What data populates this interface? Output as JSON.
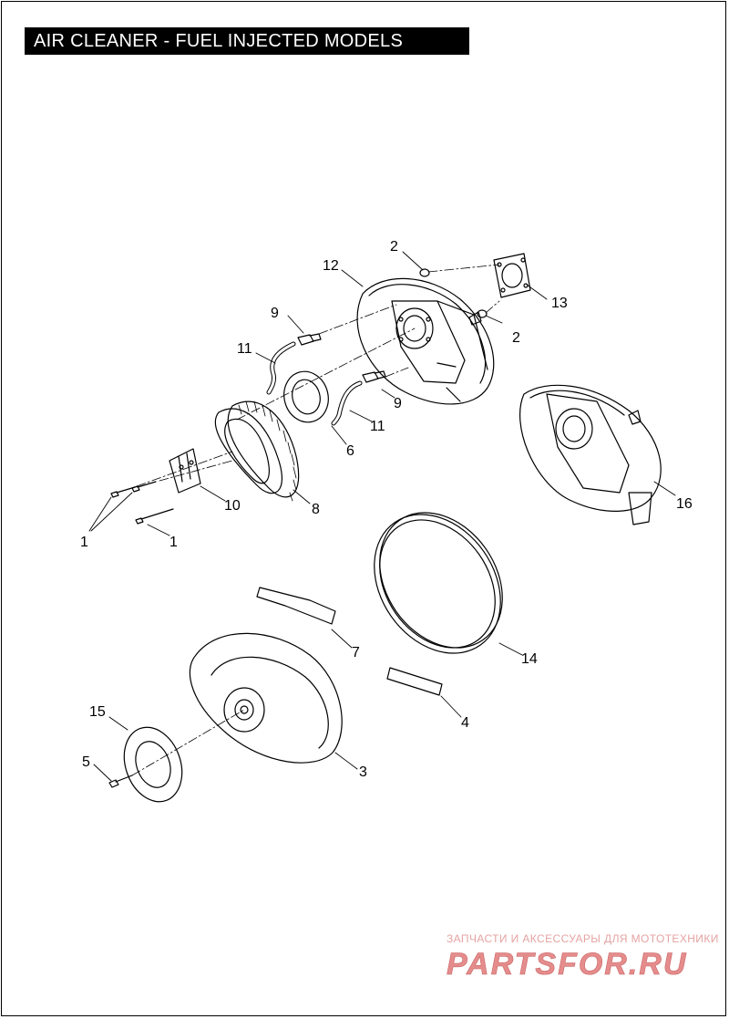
{
  "title": "AIR CLEANER - FUEL INJECTED MODELS",
  "callouts": {
    "c1a": "1",
    "c1b": "1",
    "c2a": "2",
    "c2b": "2",
    "c3": "3",
    "c4": "4",
    "c5": "5",
    "c6": "6",
    "c7": "7",
    "c8": "8",
    "c9a": "9",
    "c9b": "9",
    "c10": "10",
    "c11a": "11",
    "c11b": "11",
    "c12": "12",
    "c13": "13",
    "c14": "14",
    "c15": "15",
    "c16": "16"
  },
  "watermark": {
    "line1": "ЗАПЧАСТИ И АКСЕССУАРЫ ДЛЯ МОТОТЕХНИКИ",
    "logo_text": "PARTSFOR.RU",
    "color": "#e07b7b"
  }
}
